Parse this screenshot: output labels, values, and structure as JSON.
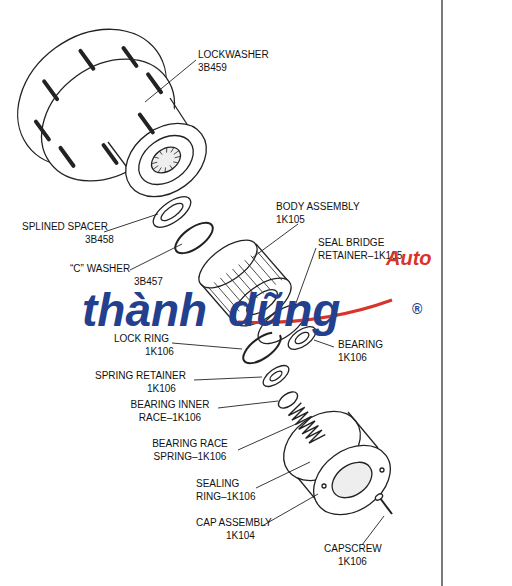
{
  "diagram": {
    "labels": [
      "LOCKWASHER",
      "3B459",
      "SPLINED SPACER",
      "3B458",
      "BODY ASSEMBLY",
      "1K105",
      "SEAL BRIDGE RETAINER–1K105",
      "“C” WASHER",
      "3B457",
      "LOCK RING",
      "1K106",
      "BEARING",
      "1K106",
      "SPRING RETAINER",
      "1K106",
      "BEARING INNER RACE–1K106",
      "BEARING RACE SPRING–1K106",
      "SEALING RING–1K106",
      "CAP ASSEMBLY",
      "1K104",
      "CAPSCREW",
      "1K106",
      "thành",
      "dũng",
      "Auto",
      "®"
    ]
  }
}
